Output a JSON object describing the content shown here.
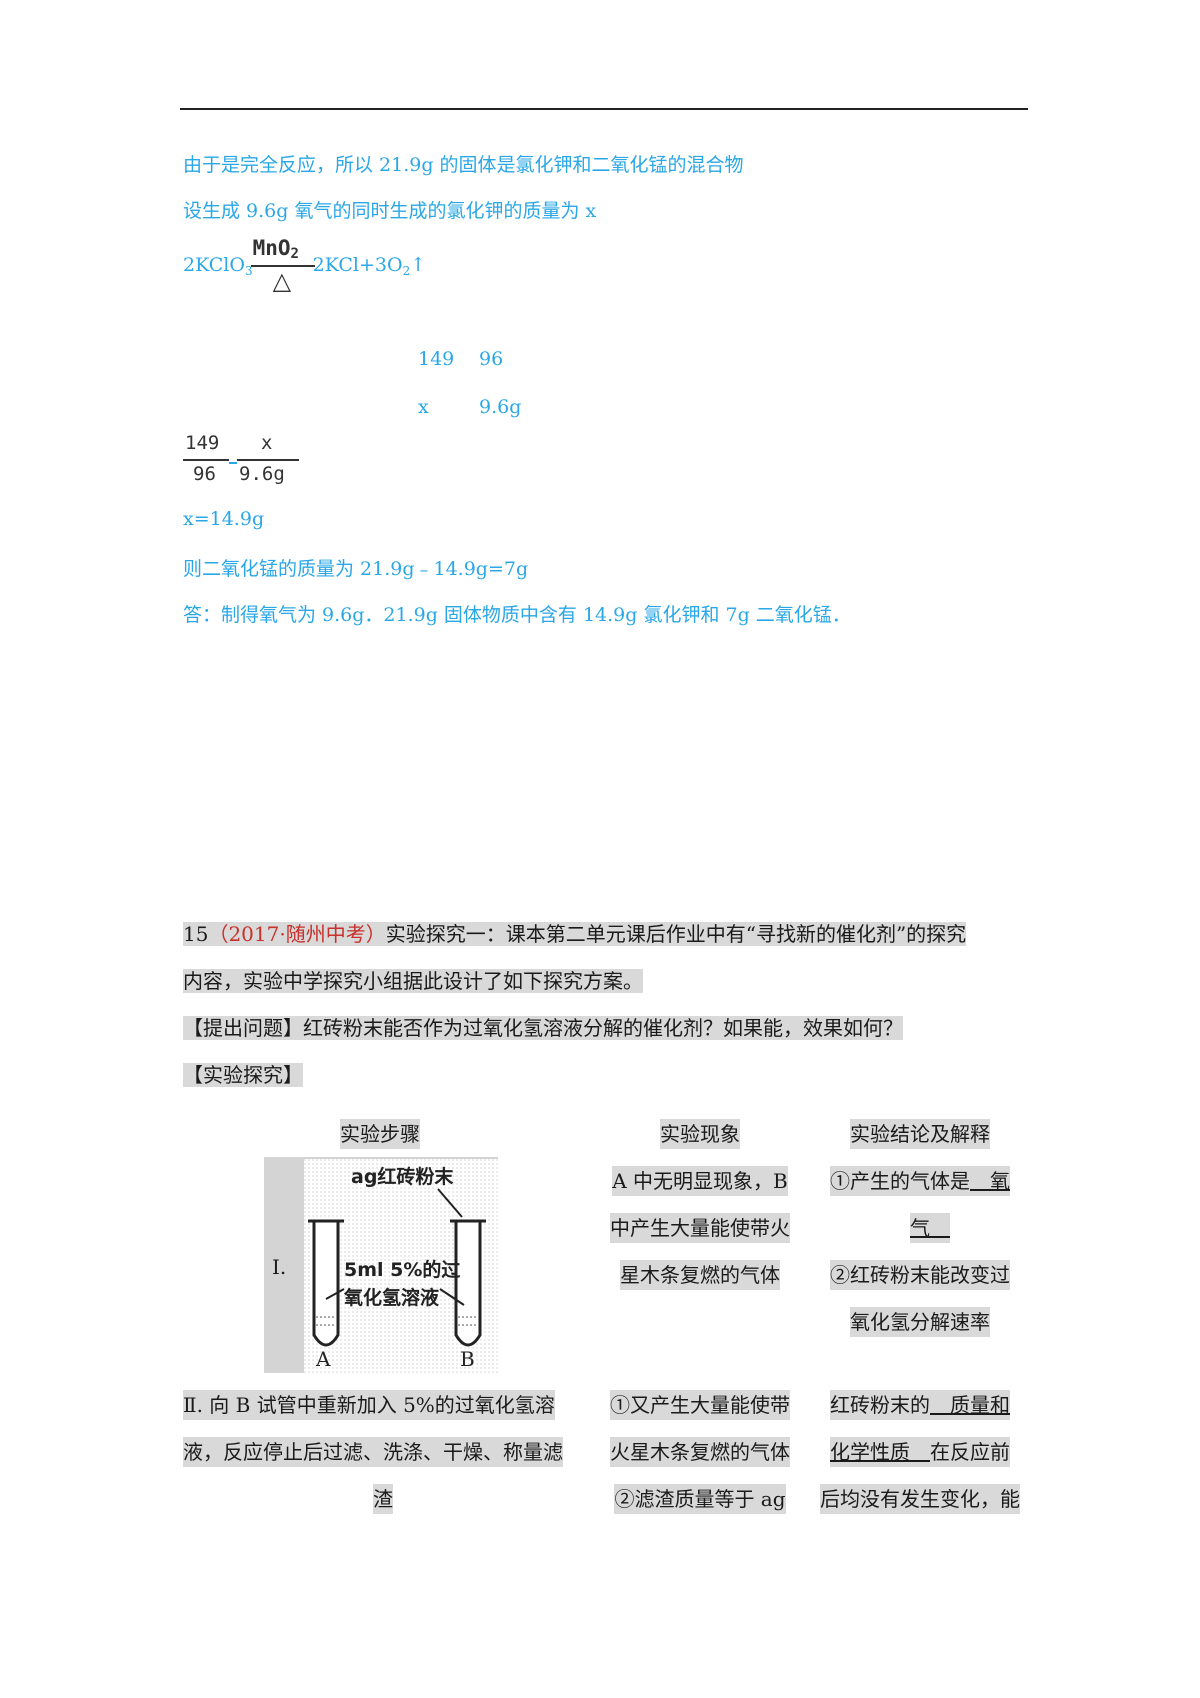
{
  "solution": {
    "line1": "由于是完全反应，所以 21.9g 的固体是氯化钾和二氧化锰的混合物",
    "line2": "设生成 9.6g 氧气的同时生成的氯化钾的质量为 x",
    "eq_left": "2KClO",
    "eq_left_sub": "3",
    "eq_catalyst": "MnO",
    "eq_catalyst_sub": "2",
    "eq_heat": "△",
    "eq_right": "2KCl+3O",
    "eq_right_sub": "2",
    "eq_arrow": "↑",
    "ratio_row1": [
      "149",
      "96"
    ],
    "ratio_row2": [
      "x",
      "9.6g"
    ],
    "fraction": {
      "n1": "149",
      "d1": "96",
      "n2": "x",
      "d2": "9.6g"
    },
    "result": "x=14.9g",
    "mno2_mass": "则二氧化锰的质量为 21.9g﹣14.9g=7g",
    "answer": "答：制得氧气为 9.6g．21.9g 固体物质中含有 14.9g 氯化钾和 7g 二氧化锰．"
  },
  "question": {
    "number": "15",
    "source": "（2017·随州中考）",
    "intro_a": "实验探究一：课本第二单元课后作业中有“寻找新的催化剂”的探究",
    "intro_b": "内容，实验中学探究小组据此设计了如下探究方案。",
    "problem": "【提出问题】红砖粉末能否作为过氧化氢溶液分解的催化剂？如果能，效果如何？",
    "explore": "【实验探究】",
    "headers": [
      "实验步骤",
      "实验现象",
      "实验结论及解释"
    ],
    "row1": {
      "label": "Ⅰ.",
      "figure_top_label": "ag红砖粉末",
      "figure_mid_label_a": "5ml 5%的过",
      "figure_mid_label_b": "氧化氢溶液",
      "tube_a": "A",
      "tube_b": "B",
      "phenomenon": [
        "A 中无明显现象，B",
        "中产生大量能使带火",
        "星木条复燃的气体"
      ],
      "conclusion_a": "①产生的气体是",
      "conclusion_blank_a": "　氧",
      "conclusion_blank_b": "气　",
      "conclusion_c": "②红砖粉末能改变过",
      "conclusion_d": "氧化氢分解速率"
    },
    "row2": {
      "step": [
        "Ⅱ. 向 B 试管中重新加入 5%的过氧化氢溶",
        "液，反应停止后过滤、洗涤、干燥、称量滤",
        "渣"
      ],
      "phenomenon": [
        "①又产生大量能使带",
        "火星木条复燃的气体",
        "②滤渣质量等于 ag"
      ],
      "conclusion_a": "红砖粉末的",
      "conclusion_blank_a": "　质量和",
      "conclusion_blank_b": "化学性质　",
      "conclusion_b": "在反应前",
      "conclusion_c": "后均没有发生变化，能"
    }
  }
}
